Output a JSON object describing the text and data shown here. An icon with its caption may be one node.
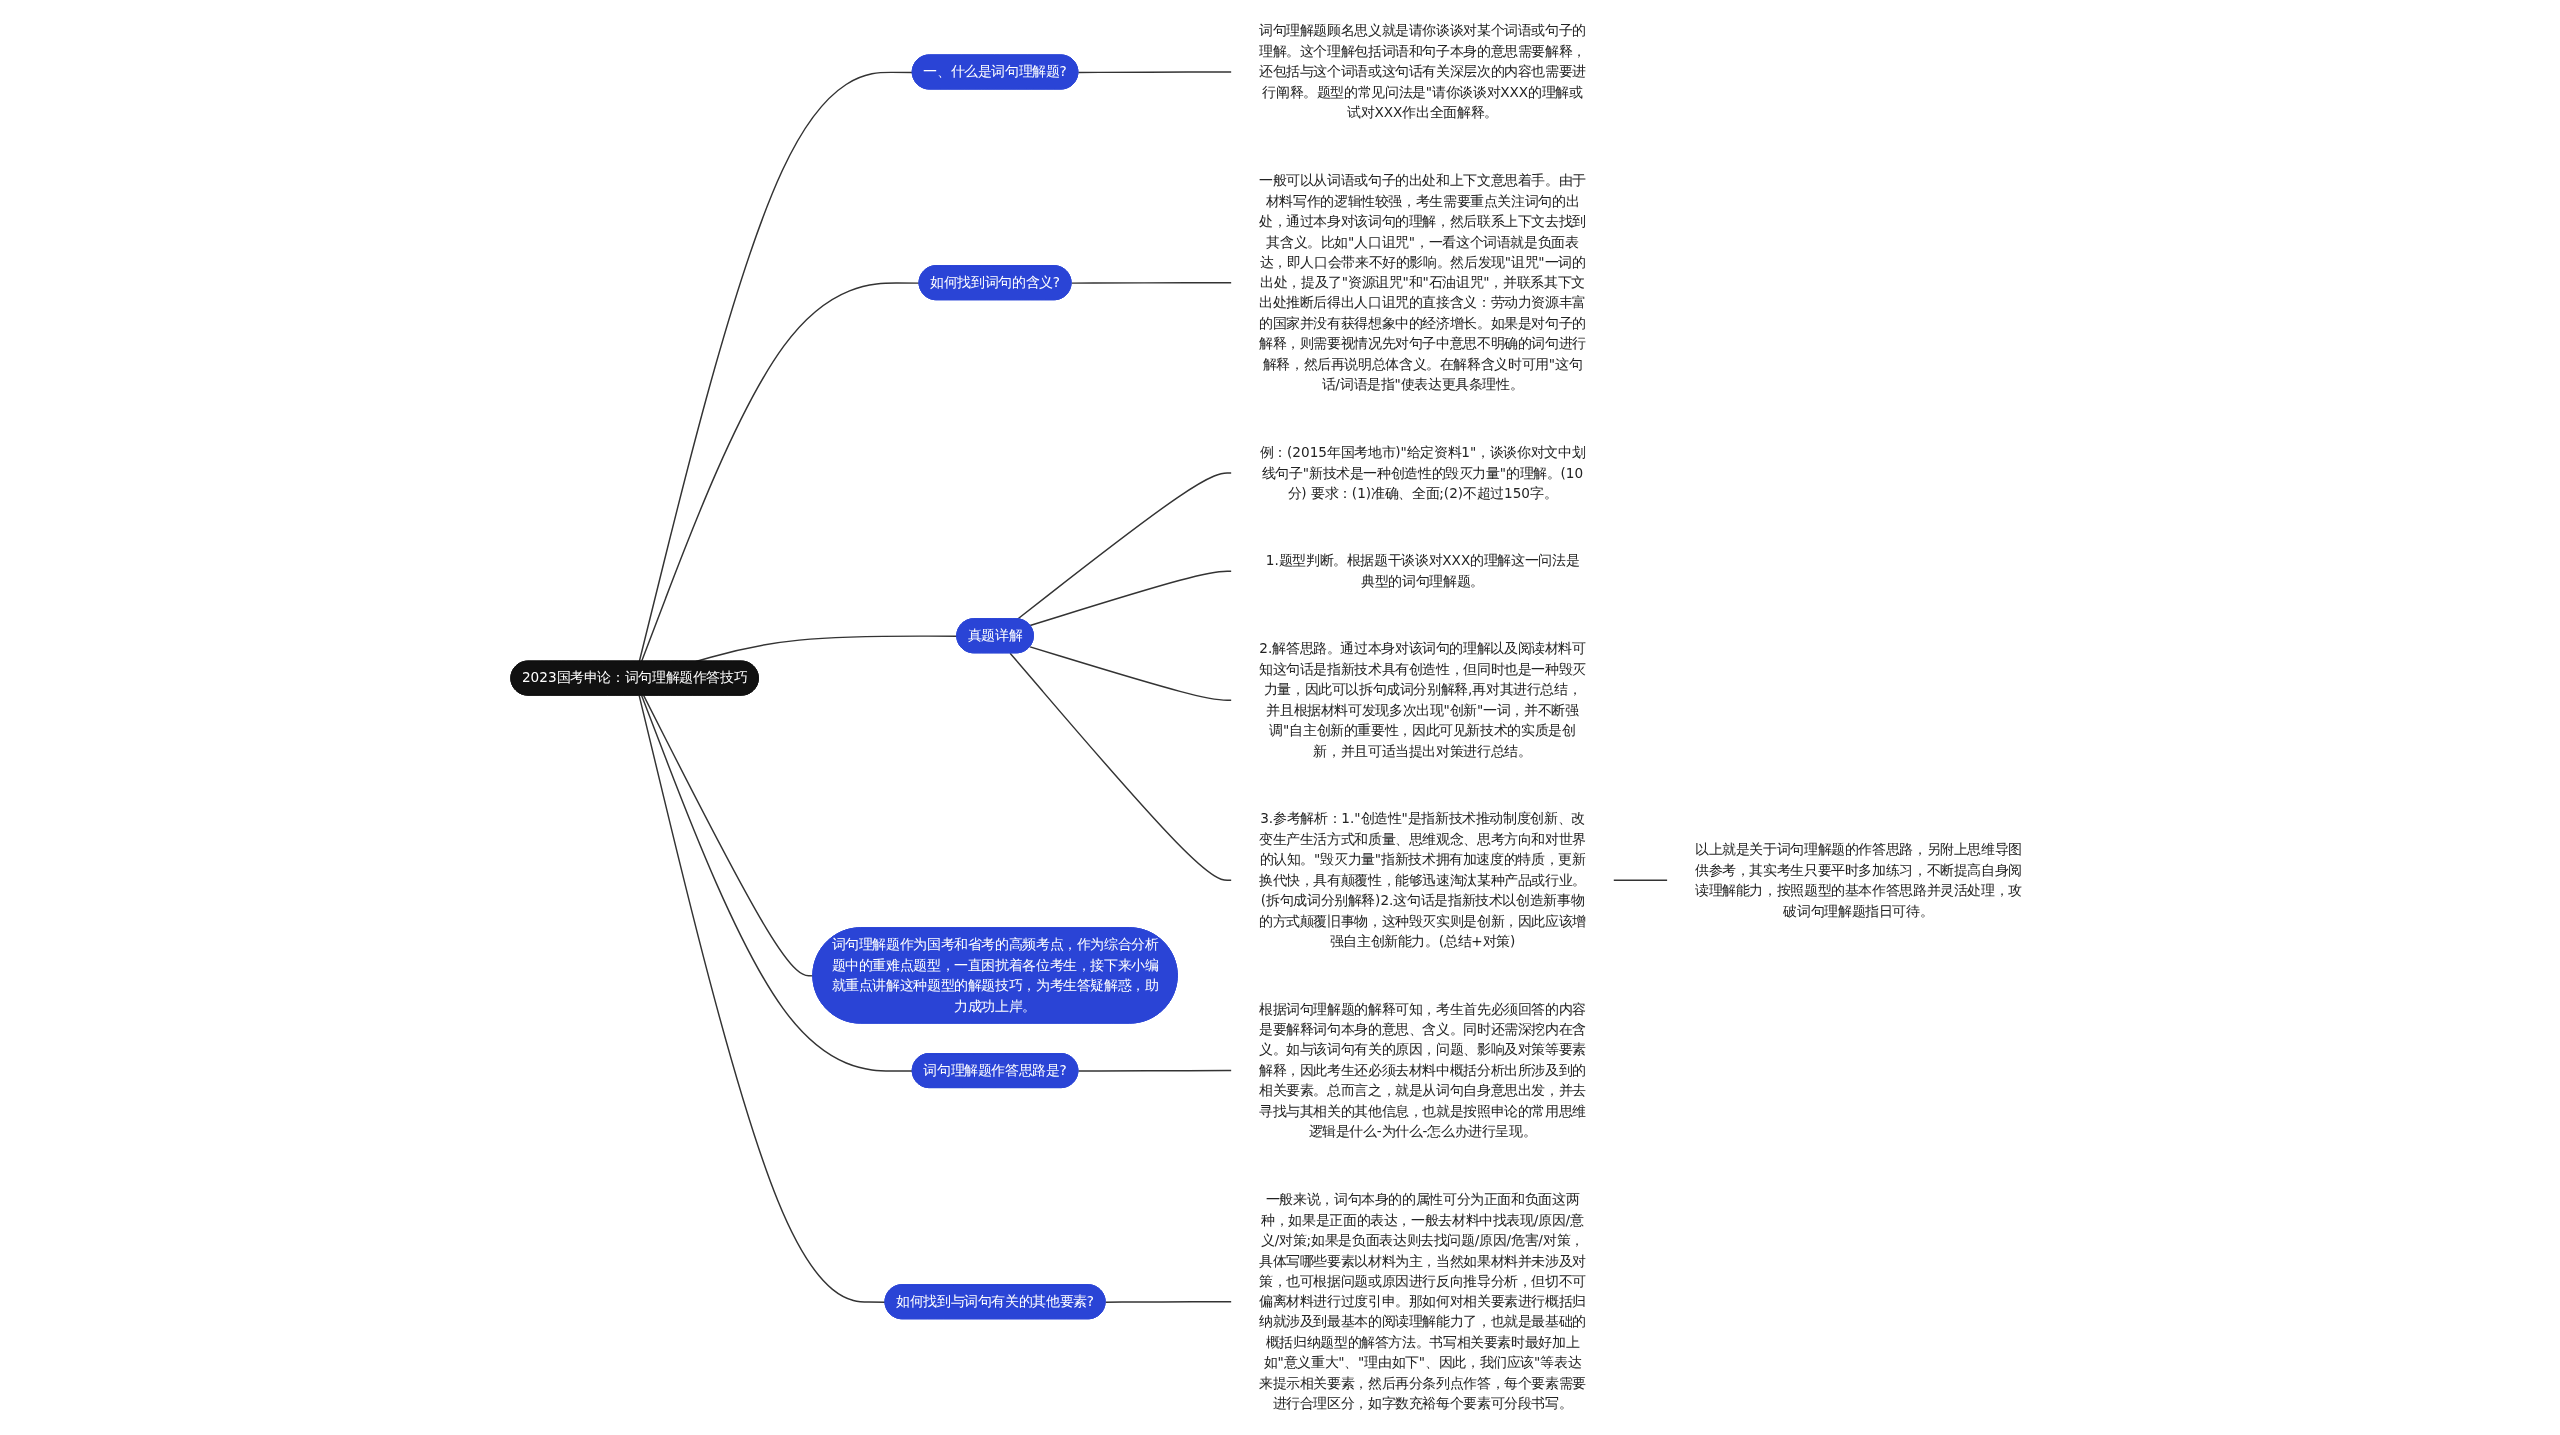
{
  "diagram": {
    "nodes": [
      {
        "text": [
          "2023国考申论：词句理解题作答技巧"
        ]
      },
      {
        "text": [
          "一、什么是词句理解题?"
        ]
      },
      {
        "text": [
          "词句理解题顾名思义就是请你谈谈对某个词语或句子的理解。这个理解包括词语和句子本身的意思需要解释，还包括与这个词语或这句话有关深层次的内容也需要进行阐释。题型的常见问法是\"请你谈谈对XXX的理解或试对XXX作出全面解释。"
        ]
      },
      {
        "text": [
          "如何找到词句的含义?"
        ]
      },
      {
        "text": [
          "一般可以从词语或句子的出处和上下文意思着手。由于材料写作的逻辑性较强，考生需要重点关注词句的出处，通过本身对该词句的理解，然后联系上下文去找到其含义。比如\"人口诅咒\"，一看这个词语就是负面表达，即人口会带来不好的影响。然后发现\"诅咒\"一词的出处，提及了\"资源诅咒\"和\"石油诅咒\"，并联系其下文出处推断后得出人口诅咒的直接含义：劳动力资源丰富的国家并没有获得想象中的经济增长。如果是对句子的解释，则需要视情况先对句子中意思不明确的词句进行解释，然后再说明总体含义。在解释含义时可用\"这句话/词语是指\"使表达更具条理性。"
        ]
      },
      {
        "text": [
          "真题详解"
        ]
      },
      {
        "text": [
          "例：(2015年国考地市)\"给定资料1\"，谈谈你对文中划线句子\"新技术是一种创造性的毁灭力量\"的理解。(10分) 要求：(1)准确、全面;(2)不超过150字。"
        ]
      },
      {
        "text": [
          "1.题型判断。根据题干谈谈对XXX的理解这一问法是典型的词句理解题。"
        ]
      },
      {
        "text": [
          "2.解答思路。通过本身对该词句的理解以及阅读材料可知这句话是指新技术具有创造性，但同时也是一种毁灭力量，因此可以拆句成词分别解释,再对其进行总结，并且根据材料可发现多次出现\"创新\"一词，并不断强调\"自主创新的重要性，因此可见新技术的实质是创新，并且可适当提出对策进行总结。"
        ]
      },
      {
        "text": [
          "3.参考解析：1.\"创造性\"是指新技术推动制度创新、改变生产生活方式和质量、思维观念、思考方向和对世界的认知。\"毁灭力量\"指新技术拥有加速度的特质，更新换代快，具有颠覆性，能够迅速淘汰某种产品或行业。(拆句成词分别解释)2.这句话是指新技术以创造新事物的方式颠覆旧事物，这种毁灭实则是创新，因此应该增强自主创新能力。(总结+对策)"
        ]
      },
      {
        "text": [
          "以上就是关于词句理解题的作答思路，另附上思维导图供参考，其实考生只要平时多加练习，不断提高自身阅读理解能力，按照题型的基本作答思路并灵活处理，攻破词句理解题指日可待。"
        ]
      },
      {
        "text": [
          "词句理解题作为国考和省考的高频考点，作为综合分析题中的重难点题型，一直困扰着各位考生，接下来小编就重点讲解这种题型的解题技巧，为考生答疑解惑，助力成功上岸。"
        ]
      },
      {
        "text": [
          "词句理解题作答思路是?"
        ]
      },
      {
        "text": [
          "根据词句理解题的解释可知，考生首先必须回答的内容是要解释词句本身的意思、含义。同时还需深挖内在含义。如与该词句有关的原因，问题、影响及对策等要素解释，因此考生还必须去材料中概括分析出所涉及到的相关要素。总而言之，就是从词句自身意思出发，并去寻找与其相关的其他信息，也就是按照申论的常用思维逻辑是什么-为什么-怎么办进行呈现。"
        ]
      },
      {
        "text": [
          "如何找到与词句有关的其他要素?"
        ]
      },
      {
        "text": [
          "一般来说，词句本身的的属性可分为正面和负面这两种，如果是正面的表达，一般去材料中找表现/原因/意义/对策;如果是负面表达则去找问题/原因/危害/对策，具体写哪些要素以材料为主，当然如果材料并未涉及对策，也可根据问题或原因进行反向推导分析，但切不可偏离材料进行过度引申。那如何对相关要素进行概括归纳就涉及到最基本的阅读理解能力了，也就是最基础的概括归纳题型的解答方法。书写相关要素时最好加上如\"意义重大\"、\"理由如下\"、因此，我们应该\"等表达来提示相关要素，然后再分条列点作答，每个要素需要进行合理区分，如字数充裕每个要素可分段书写。"
        ]
      }
    ],
    "edges": [
      {
        "from": 0,
        "to": 1,
        "arrow": "none"
      },
      {
        "from": 1,
        "to": 2,
        "arrow": "none"
      },
      {
        "from": 0,
        "to": 3,
        "arrow": "none"
      },
      {
        "from": 3,
        "to": 4,
        "arrow": "none"
      },
      {
        "from": 0,
        "to": 5,
        "arrow": "none"
      },
      {
        "from": 5,
        "to": 6,
        "arrow": "none"
      },
      {
        "from": 5,
        "to": 7,
        "arrow": "none"
      },
      {
        "from": 5,
        "to": 8,
        "arrow": "none"
      },
      {
        "from": 5,
        "to": 9,
        "arrow": "none"
      },
      {
        "from": 9,
        "to": 10,
        "arrow": "none"
      },
      {
        "from": 0,
        "to": 11,
        "arrow": "none"
      },
      {
        "from": 0,
        "to": 12,
        "arrow": "none"
      },
      {
        "from": 12,
        "to": 13,
        "arrow": "none"
      },
      {
        "from": 0,
        "to": 14,
        "arrow": "none"
      },
      {
        "from": 14,
        "to": 15,
        "arrow": "none"
      }
    ]
  }
}
